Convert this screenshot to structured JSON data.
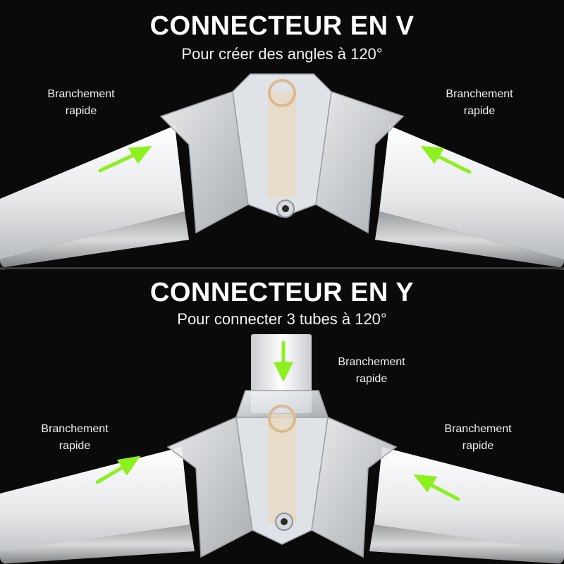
{
  "colors": {
    "background": "#0a0a0a",
    "arrow": "#8cf01e",
    "tube": "#eef0f2",
    "text": "#ffffff"
  },
  "panels": [
    {
      "title": "CONNECTEUR EN V",
      "subtitle": "Pour créer des angles à 120°",
      "labels": [
        {
          "line1": "Branchement",
          "line2": "rapide"
        },
        {
          "line1": "Branchement",
          "line2": "rapide"
        }
      ]
    },
    {
      "title": "CONNECTEUR EN Y",
      "subtitle": "Pour connecter 3 tubes à 120°",
      "labels": [
        {
          "line1": "Branchement",
          "line2": "rapide"
        },
        {
          "line1": "Branchement",
          "line2": "rapide"
        },
        {
          "line1": "Branchement",
          "line2": "rapide"
        }
      ]
    }
  ]
}
